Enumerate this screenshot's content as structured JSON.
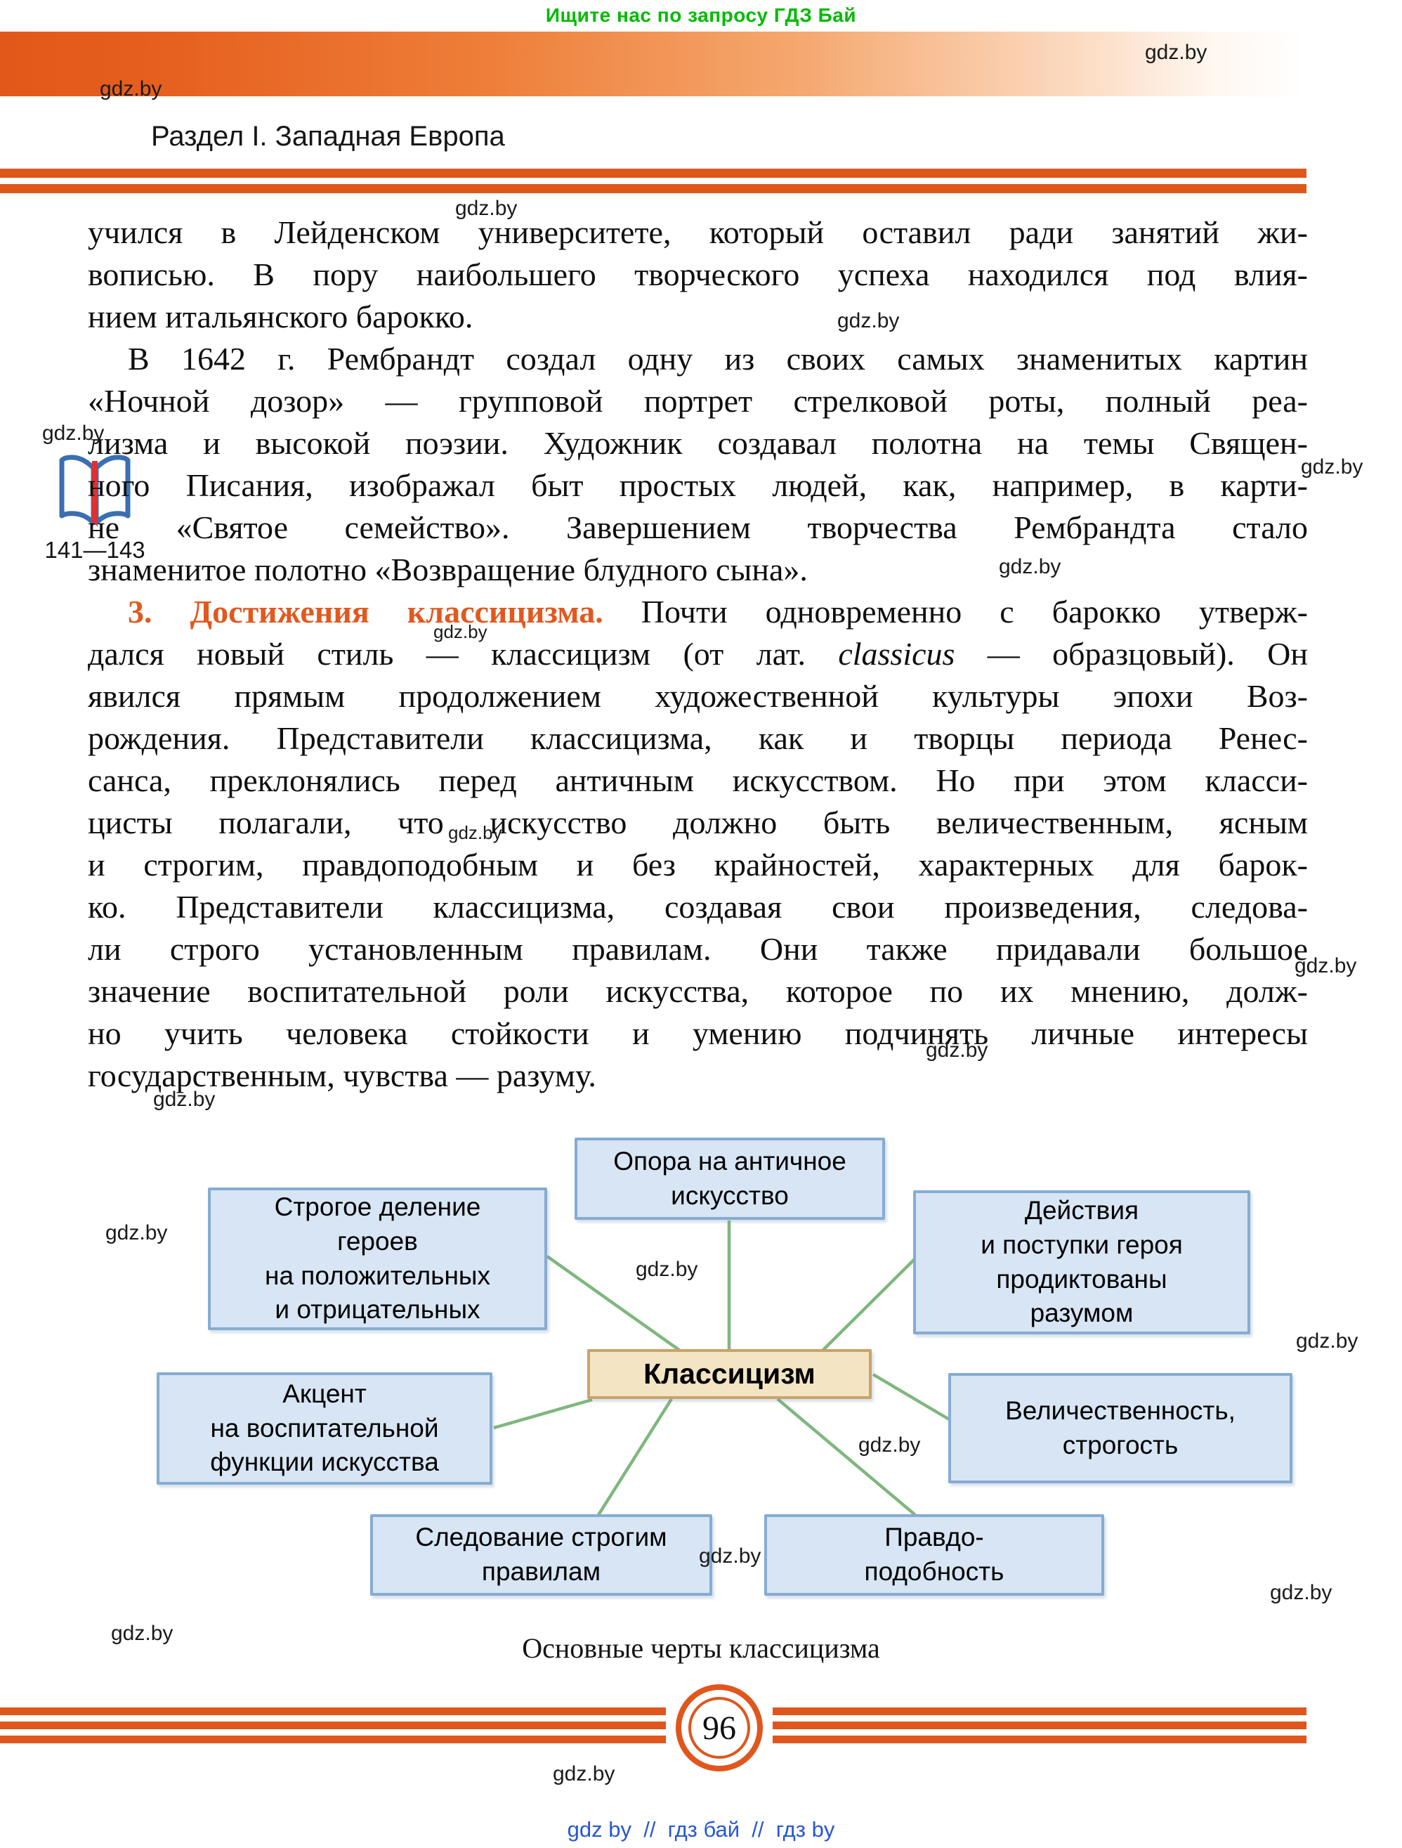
{
  "promo_top": "Ищите нас по запросу ГДЗ Бай",
  "watermark": "gdz.by",
  "header": {
    "section_title": "Раздел I. Западная Европа"
  },
  "sidebar": {
    "pages_ref": "141—143",
    "icon": "open-book-icon"
  },
  "body": {
    "paragraphs": [
      {
        "indent": false,
        "lines": [
          "учился в Лейденском университете, который оставил ради занятий жи-",
          "вописью. В пору наибольшего творческого успеха находился под влия-",
          "нием итальянского барокко."
        ]
      },
      {
        "indent": true,
        "lines": [
          "В 1642 г. Рембрандт создал одну из своих самых знаменитых картин",
          "«Ночной дозор» — групповой портрет стрелковой роты, полный реа-",
          "лизма и высокой поэзии. Художник создавал полотна на темы Священ-",
          "ного Писания, изображал быт простых людей, как, например, в карти-",
          "не «Святое семейство». Завершением творчества Рембрандта стало",
          "знаменитое полотно «Возвращение блудного сына»."
        ]
      },
      {
        "indent": true,
        "lines": [
          {
            "parts": [
              {
                "t": "3. Достижения классицизма.",
                "cls": "hdg"
              },
              {
                "t": " Почти одновременно с барокко утверж-"
              }
            ]
          },
          {
            "parts": [
              {
                "t": "дался новый стиль — классицизм (от лат. "
              },
              {
                "t": "classicus",
                "cls": "it"
              },
              {
                "t": " — образцовый). Он"
              }
            ]
          },
          "явился прямым продолжением художественной культуры эпохи Воз-",
          "рождения. Представители классицизма, как и творцы периода Ренес-",
          "санса, преклонялись перед античным искусством. Но при этом класси-",
          "цисты полагали, что искусство должно быть величественным, ясным",
          "и строгим, правдоподобным и без крайностей, характерных для барок-",
          "ко. Представители классицизма, создавая свои произведения, следова-",
          "ли строго установленным правилам. Они также придавали большое",
          "значение воспитательной роли искусства, которое по их мнению, долж-",
          "но учить человека стойкости и умению подчинять личные интересы",
          "государственным, чувства — разуму."
        ]
      }
    ]
  },
  "diagram": {
    "boxes": {
      "opora": "Опора на античное\nискусство",
      "strogoe": "Строгое деление\nгероев\nна положительных\nи отрицательных",
      "deystviya": "Действия\nи поступки героя\nпродиктованы\nразумом",
      "center": "Классицизм",
      "aktsent": "Акцент\nна воспитательной\nфункции искусства",
      "velich": "Величественность,\nстрогость",
      "sledovanie": "Следование строгим\nправилам",
      "pravdo": "Правдо-\nподобность"
    },
    "caption": "Основные черты классицизма"
  },
  "footer": {
    "page_number": "96",
    "links_line": "gdz by  //  гдз бай  //  гдз by"
  },
  "colors": {
    "accent_orange": "#e0561c",
    "banner_orange": "#e2581a",
    "heading_orange": "#e2581e",
    "promo_green": "#00bb00",
    "link_blue": "#2757d6",
    "box_blue_fill": "#d7e5f4",
    "box_blue_border": "#85acd3",
    "center_box_fill": "#f3e4c3",
    "center_box_border": "#c9a36c",
    "connector_green": "#7fb77f",
    "book_blue": "#3a6fb0",
    "bookmark_red": "#e03030"
  }
}
